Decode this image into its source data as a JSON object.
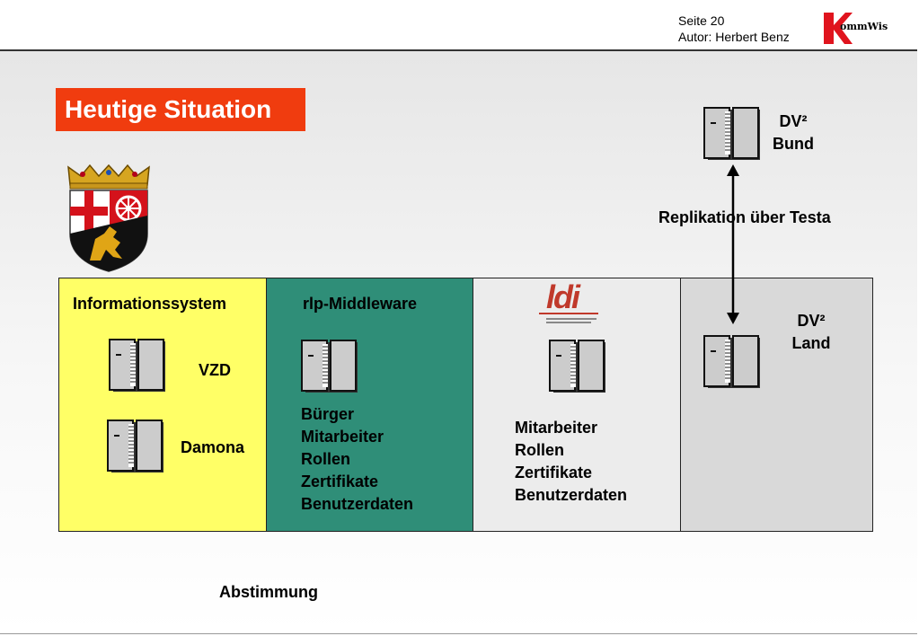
{
  "header": {
    "page": "Seite 20",
    "author": "Autor: Herbert Benz",
    "logo_text": "ommWis"
  },
  "title": "Heutige Situation",
  "top_server": {
    "line1": "DV²",
    "line2": "Bund"
  },
  "replication": "Replikation über Testa",
  "panels": {
    "info": {
      "heading": "Informationssystem",
      "server1": "VZD",
      "server2": "Damona"
    },
    "middleware": {
      "heading": "rlp-Middleware",
      "items": [
        "Bürger",
        "Mitarbeiter",
        "Rollen",
        "Zertifikate",
        "Benutzerdaten"
      ]
    },
    "ldi": {
      "logo_text": "ldi",
      "items": [
        "Mitarbeiter",
        "Rollen",
        "Zertifikate",
        "Benutzerdaten"
      ]
    },
    "land": {
      "line1": "DV²",
      "line2": "Land"
    }
  },
  "footer_label": "Abstimmung",
  "colors": {
    "title_bg": "#f03c0f",
    "info_bg": "#ffff66",
    "middleware_bg": "#2f8e78",
    "ldi_bg": "#ececec",
    "land_bg": "#d9d9d9",
    "logo_red": "#e0141e"
  }
}
